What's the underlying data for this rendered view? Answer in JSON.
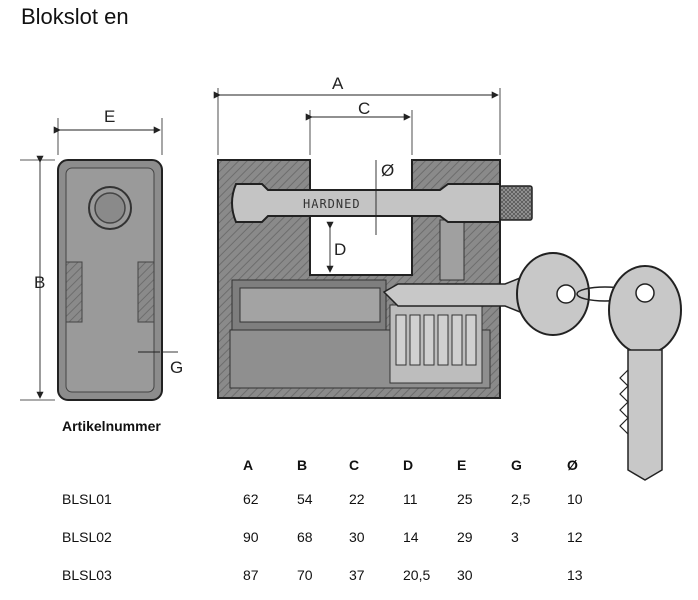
{
  "title": "Blokslot en",
  "drawing": {
    "dimensions": {
      "A": "A",
      "B": "B",
      "C": "C",
      "D": "D",
      "E": "E",
      "G": "G",
      "diameter": "Ø"
    },
    "shackle_stamp": "HARDNED"
  },
  "table": {
    "heading": "Artikelnummer",
    "columns": [
      "A",
      "B",
      "C",
      "D",
      "E",
      "G",
      "Ø"
    ],
    "rows": [
      {
        "article": "BLSL01",
        "values": [
          "62",
          "54",
          "22",
          "11",
          "25",
          "2,5",
          "10"
        ]
      },
      {
        "article": "BLSL02",
        "values": [
          "90",
          "68",
          "30",
          "14",
          "29",
          "3",
          "12"
        ]
      },
      {
        "article": "BLSL03",
        "values": [
          "87",
          "70",
          "37",
          "20,5",
          "30",
          "",
          "13"
        ]
      }
    ]
  },
  "colors": {
    "body_gray": "#8c8c8c",
    "key_gray": "#bdbdbd",
    "line": "#222222"
  }
}
